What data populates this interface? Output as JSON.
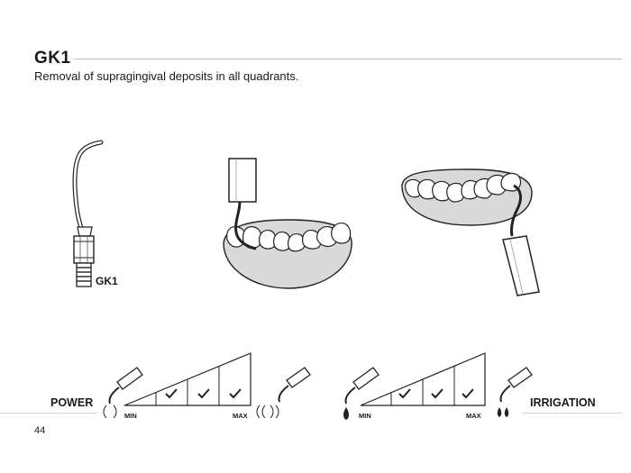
{
  "header": {
    "title": "GK1",
    "subtitle": "Removal of supragingival deposits in all quadrants."
  },
  "illustrations": {
    "tip_label": "GK1"
  },
  "power_scale": {
    "label": "POWER",
    "min_label": "MIN",
    "max_label": "MAX",
    "checked_levels": [
      2,
      3,
      4
    ]
  },
  "irrigation_scale": {
    "label": "IRRIGATION",
    "min_label": "MIN",
    "max_label": "MAX",
    "checked_levels": [
      2,
      3,
      4
    ]
  },
  "footer": {
    "page_number": "44"
  }
}
